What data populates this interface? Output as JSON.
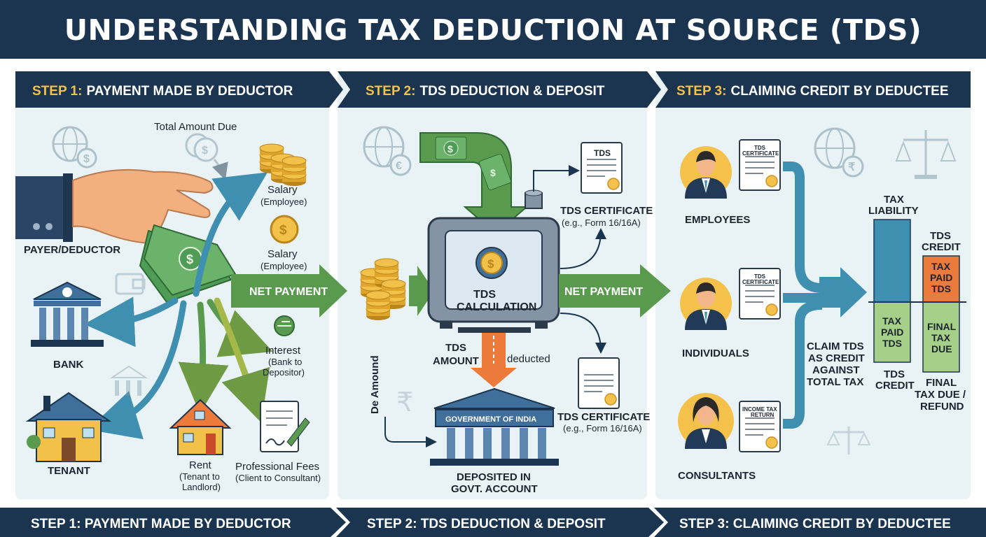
{
  "title": "UNDERSTANDING TAX DEDUCTION AT SOURCE (TDS)",
  "colors": {
    "navy": "#1b3550",
    "panel_bg": "#e9f3f5",
    "accent_yellow": "#f4c24a",
    "blue_arrow": "#3f8fb0",
    "green_arrow": "#5a9a4f",
    "orange": "#ec7a3b",
    "money_green": "#6bb36a"
  },
  "steps": [
    {
      "prefix": "STEP 1:",
      "rest": "PAYMENT MADE BY DEDUCTOR",
      "footer": "STEP 1: PAYMENT MADE BY DEDUCTOR"
    },
    {
      "prefix": "STEP 2:",
      "rest": "TDS DEDUCTION & DEPOSIT",
      "footer": "STEP 2: TDS DEDUCTION & DEPOSIT"
    },
    {
      "prefix": "STEP 3:",
      "rest": "CLAIMING CREDIT BY DEDUCTEE",
      "footer": "STEP 3: CLAIMING CREDIT BY DEDUCTEE"
    }
  ],
  "panel1": {
    "total_amount_due": "Total Amount Due",
    "payer": "PAYER/DEDUCTOR",
    "bank": "BANK",
    "tenant": "TENANT",
    "net_payment": "NET PAYMENT",
    "salary1": {
      "title": "Salary",
      "sub": "(Employee)"
    },
    "salary2": {
      "title": "Salary",
      "sub": "(Employee)"
    },
    "interest": {
      "title": "Interest",
      "sub1": "(Bank to",
      "sub2": "Depositor)"
    },
    "rent": {
      "title": "Rent",
      "sub1": "(Tenant to",
      "sub2": "Landlord)"
    },
    "professional": {
      "title": "Professional Fees",
      "sub": "(Client to Consultant)"
    }
  },
  "panel2": {
    "tds_doc_label": "TDS",
    "cert_top": {
      "title": "TDS CERTIFICATE",
      "sub": "(e.g., Form 16/16A)"
    },
    "cert_bottom": {
      "title": "TDS CERTIFICATE",
      "sub": "(e.g., Form 16/16A)"
    },
    "calc1": "TDS",
    "calc2": "CALCULATION",
    "net_payment": "NET PAYMENT",
    "tds_amount1": "TDS",
    "tds_amount2": "AMOUNT",
    "deducted": "deducted",
    "de_amount": "De Amound",
    "gov_sign": "GOVERNMENT OF INDIA",
    "deposited1": "DEPOSITED IN",
    "deposited2": "GOVT. ACCOUNT"
  },
  "panel3": {
    "employees": "EMPLOYEES",
    "individuals": "INDIVIDUALS",
    "consultants": "CONSULTANTS",
    "doc1": [
      "TDS",
      "CERTIFICATE"
    ],
    "doc2": [
      "TDS",
      "CERTIFICATE"
    ],
    "doc3": [
      "INCOME TAX",
      "RETURN"
    ],
    "claim": [
      "CLAIM TDS",
      "AS CREDIT",
      "AGAINST",
      "TOTAL TAX"
    ],
    "tax_liability": [
      "TAX",
      "LIABILITY"
    ],
    "tds_credit_top": [
      "TDS",
      "CREDIT"
    ],
    "seg_orange": [
      "TAX",
      "PAID",
      "TDS"
    ],
    "seg_green_left": [
      "TAX",
      "PAID",
      "TDS"
    ],
    "seg_green_right": [
      "FINAL",
      "TAX",
      "DUE"
    ],
    "tds_credit_bottom": [
      "TDS",
      "CREDIT"
    ],
    "final_due": [
      "FINAL",
      "TAX DUE /",
      "REFUND"
    ]
  },
  "icons": [
    "globe-dollar-icon",
    "globe-euro-icon",
    "globe-rupee-icon",
    "scales-icon",
    "bank-icon",
    "house-icon",
    "coin-stack-icon",
    "dollar-coin-icon",
    "document-icon",
    "hand-with-cash-icon",
    "tds-machine-icon",
    "person-avatar-icon"
  ]
}
